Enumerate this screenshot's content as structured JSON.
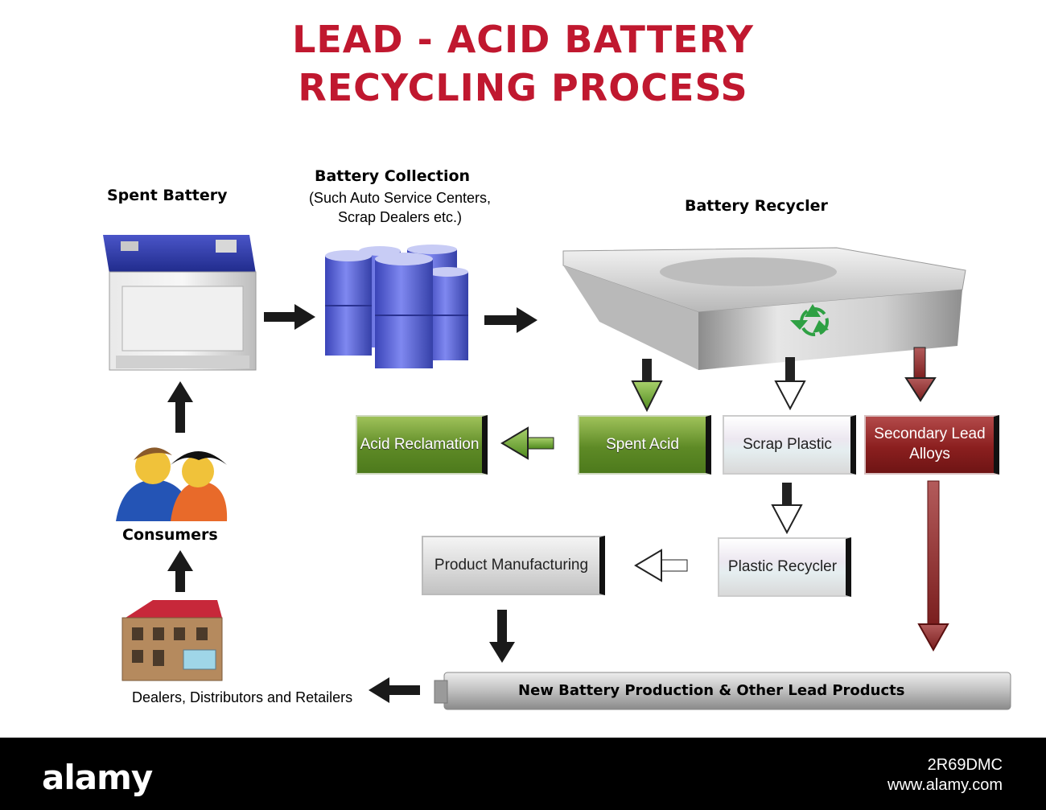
{
  "title": {
    "line1": "LEAD - ACID BATTERY",
    "line2": "RECYCLING PROCESS"
  },
  "nodes": {
    "spent_battery": "Spent Battery",
    "battery_collection": {
      "title": "Battery Collection",
      "line1": "(Such Auto Service Centers,",
      "line2": "Scrap Dealers etc.)"
    },
    "battery_recycler": "Battery Recycler",
    "consumers": "Consumers",
    "dealers": "Dealers, Distributors and Retailers"
  },
  "boxes": {
    "acid_reclamation": "Acid Reclamation",
    "spent_acid": "Spent Acid",
    "scrap_plastic": "Scrap Plastic",
    "secondary_lead_line1": "Secondary Lead",
    "secondary_lead_line2": "Alloys",
    "product_manufacturing": "Product Manufacturing",
    "plastic_recycler": "Plastic Recycler"
  },
  "pipe": {
    "label": "New Battery Production & Other Lead Products"
  },
  "footer": {
    "logo": "alamy",
    "image_id": "2R69DMC",
    "url": "www.alamy.com"
  },
  "colors": {
    "title": "#c0182f",
    "green": "#5e8a26",
    "lead_red": "#8b1f1f",
    "arrow": "#1a1a1a"
  },
  "icons": [
    "battery-icon",
    "barrels-icon",
    "recycler-tray-icon",
    "recycle-symbol-icon",
    "consumers-icon",
    "store-building-icon"
  ]
}
